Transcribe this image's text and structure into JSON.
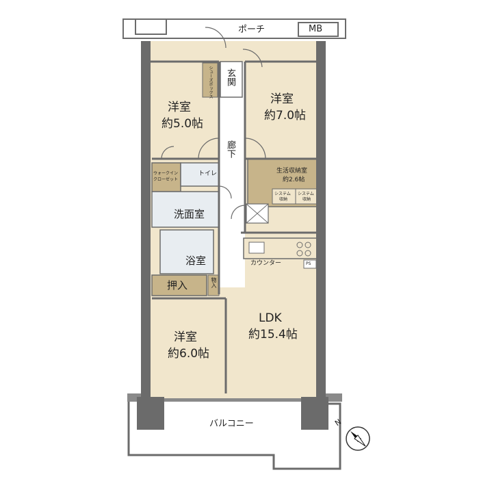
{
  "rooms": {
    "porch": "ポーチ",
    "mb": "MB",
    "entrance": "玄関",
    "shoe_box": "シューズボックス",
    "corridor": "廊下",
    "western_5": {
      "name": "洋室",
      "size": "約5.0帖"
    },
    "western_7": {
      "name": "洋室",
      "size": "約7.0帖"
    },
    "walk_in_closet": {
      "line1": "ウォークイン",
      "line2": "クローゼット"
    },
    "toilet": "トイレ",
    "storage": {
      "name": "生活収納室",
      "size": "約2.6帖"
    },
    "system_storage_1": {
      "line1": "システム",
      "line2": "収納"
    },
    "system_storage_2": {
      "line1": "システム",
      "line2": "収納"
    },
    "washroom": "洗面室",
    "bathroom": "浴室",
    "oshiire": "押入",
    "monoire": "物入",
    "counter": "カウンター",
    "ldk": {
      "name": "LDK",
      "size": "約15.4帖"
    },
    "western_6": {
      "name": "洋室",
      "size": "約6.0帖"
    },
    "balcony": "バルコニー",
    "ps": "PS"
  },
  "compass": {
    "label": "N"
  },
  "colors": {
    "wall": "#6b6b6b",
    "floor": "#f1e6cc",
    "wet_area": "#e8edf1",
    "storage_fill": "#c7b48a",
    "outdoor": "#ffffff"
  }
}
